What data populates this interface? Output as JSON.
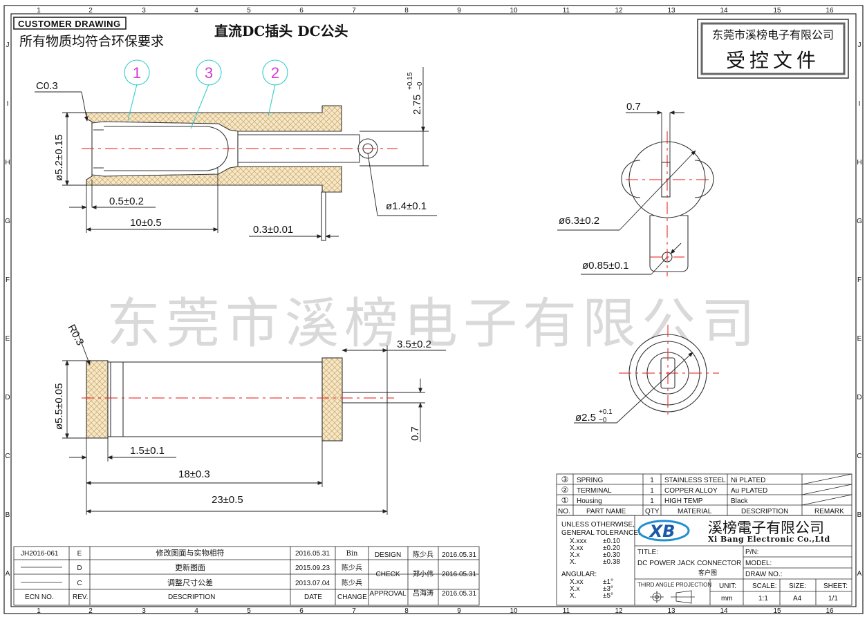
{
  "header": {
    "badge": "CUSTOMER DRAWING",
    "env_note": "所有物质均符合环保要求",
    "title": "直流DC插头 DC公头"
  },
  "stamp": {
    "company": "东莞市溪榜电子有限公司",
    "controlled": "受控文件"
  },
  "watermark": "东莞市溪榜电子有限公司",
  "grid": {
    "cols": [
      "1",
      "2",
      "3",
      "4",
      "5",
      "6",
      "7",
      "8",
      "9",
      "10",
      "11",
      "12",
      "13",
      "14",
      "15",
      "16"
    ],
    "rows": [
      "J",
      "I",
      "H",
      "G",
      "F",
      "E",
      "D",
      "C",
      "B",
      "A"
    ]
  },
  "balloons": [
    "1",
    "3",
    "2"
  ],
  "dimensions": {
    "c03": "C0.3",
    "d52": "ø5.2±0.15",
    "d05": "0.5±0.2",
    "d10": "10±0.5",
    "d03": "0.3±0.01",
    "d275": "2.75",
    "d275_tol_up": "+0.15",
    "d275_tol_low": "−0",
    "d14": "ø1.4±0.1",
    "d07_top": "0.7",
    "d63": "ø6.3±0.2",
    "d085": "ø0.85±0.1",
    "r03": "R0.3",
    "d35": "3.5±0.2",
    "d55": "ø5.5±0.05",
    "d07_side": "0.7",
    "d15": "1.5±0.1",
    "d18": "18±0.3",
    "d23": "23±0.5",
    "d25": "ø2.5",
    "d25_tol_up": "+0.1",
    "d25_tol_low": "−0"
  },
  "bom": {
    "rows": [
      {
        "no": "③",
        "name": "SPRING",
        "qty": "1",
        "material": "STAINLESS STEEL",
        "desc": "Ni PLATED"
      },
      {
        "no": "②",
        "name": "TERMINAL",
        "qty": "1",
        "material": "COPPER ALLOY",
        "desc": "Au PLATED"
      },
      {
        "no": "①",
        "name": "Housing",
        "qty": "1",
        "material": "HIGH TEMP",
        "desc": "Black"
      }
    ],
    "headers": {
      "no": "NO.",
      "name": "PART NAME",
      "qty": "QTY",
      "material": "MATERIAL",
      "desc": "DESCRIPTION",
      "remark": "REMARK"
    }
  },
  "tolerance": {
    "title1": "UNLESS OTHERWISE,",
    "title2": "GENERAL TOLERANCE:",
    "rows": [
      {
        "k": "X.xxx",
        "v": "±0.10"
      },
      {
        "k": "X.xx",
        "v": "±0.20"
      },
      {
        "k": "X.x",
        "v": "±0.30"
      },
      {
        "k": "X.",
        "v": "±0.38"
      }
    ],
    "angular_label": "ANGULAR:",
    "angular": [
      {
        "k": "X.xx",
        "v": "±1°"
      },
      {
        "k": "X.x",
        "v": "±3°"
      },
      {
        "k": "X.",
        "v": "±5°"
      }
    ]
  },
  "company": {
    "cn": "溪榜電子有限公司",
    "en": "Xi Bang Electronic Co.,Ltd"
  },
  "titleblock": {
    "title_label": "TITLE:",
    "title_value": "DC POWER JACK CONNECTOR",
    "title_sub": "客户图",
    "pn_label": "P/N:",
    "model_label": "MODEL:",
    "drawno_label": "DRAW NO.:",
    "projection": "THIRD ANGLE PROJECTION",
    "unit_label": "UNIT:",
    "unit_value": "mm",
    "scale_label": "SCALE:",
    "scale_value": "1:1",
    "size_label": "SIZE:",
    "size_value": "A4",
    "sheet_label": "SHEET:",
    "sheet_value": "1/1"
  },
  "revisions": {
    "rows": [
      {
        "ecn": "JH2016-061",
        "rev": "E",
        "desc": "修改图面与实物相符",
        "date": "2016.05.31",
        "by": "Bin"
      },
      {
        "ecn": "",
        "rev": "D",
        "desc": "更新图面",
        "date": "2015.09.23",
        "by": "陈少兵"
      },
      {
        "ecn": "",
        "rev": "C",
        "desc": "调整尺寸公差",
        "date": "2013.07.04",
        "by": "陈少兵"
      }
    ],
    "headers": {
      "ecn": "ECN NO.",
      "rev": "REV.",
      "desc": "DESCRIPTION",
      "date": "DATE",
      "change": "CHANGE"
    }
  },
  "approvals": [
    {
      "role": "DESIGN",
      "name": "陈少兵",
      "date": "2016.05.31"
    },
    {
      "role": "CHECK",
      "name": "郑小伟",
      "date": "2016.05.31"
    },
    {
      "role": "APPROVAL",
      "name": "吕海涛",
      "date": "2016.05.31"
    }
  ]
}
